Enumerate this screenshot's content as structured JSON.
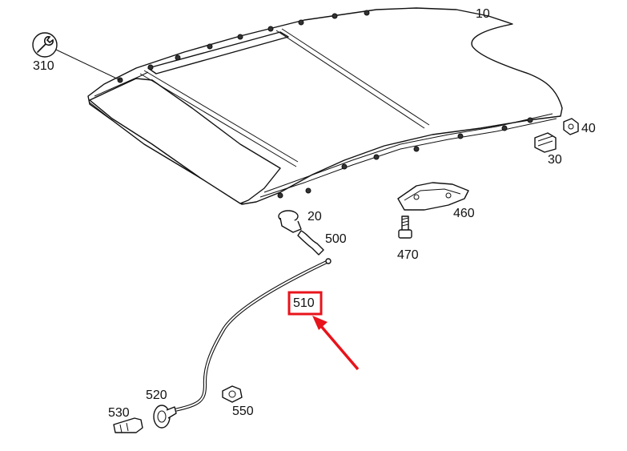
{
  "diagram": {
    "callouts": {
      "c10": "10",
      "c310": "310",
      "c40": "40",
      "c30": "30",
      "c20": "20",
      "c460": "460",
      "c500": "500",
      "c470": "470",
      "c510": "510",
      "c520": "520",
      "c530": "530",
      "c550": "550"
    },
    "icons": {
      "service": "wrench-icon"
    },
    "colors": {
      "highlight": "#e8131b",
      "line": "#111111"
    }
  }
}
